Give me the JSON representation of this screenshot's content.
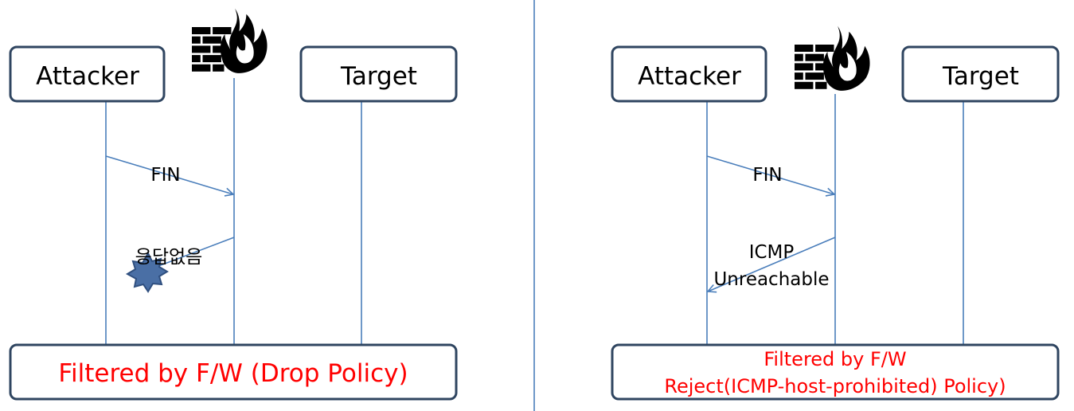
{
  "left_panel": {
    "attacker_label": "Attacker",
    "target_label": "Target",
    "request_label": "FIN",
    "response_label": "응답없음",
    "policy_label": "Filtered by F/W (Drop Policy)",
    "firewall_icon": "firewall-icon",
    "drop_marker_icon": "burst-icon"
  },
  "right_panel": {
    "attacker_label": "Attacker",
    "target_label": "Target",
    "request_label": "FIN",
    "response_label_line1": "ICMP",
    "response_label_line2": "Unreachable",
    "policy_label_line1": "Filtered by F/W",
    "policy_label_line2": "Reject(ICMP-host-prohibited) Policy)",
    "firewall_icon": "firewall-icon"
  },
  "colors": {
    "box_border": "#2f4560",
    "line": "#4a7ebb",
    "policy_text": "#ff0000",
    "icon": "#333333",
    "burst_fill": "#4a6fa5",
    "burst_stroke": "#2f4f7f"
  }
}
